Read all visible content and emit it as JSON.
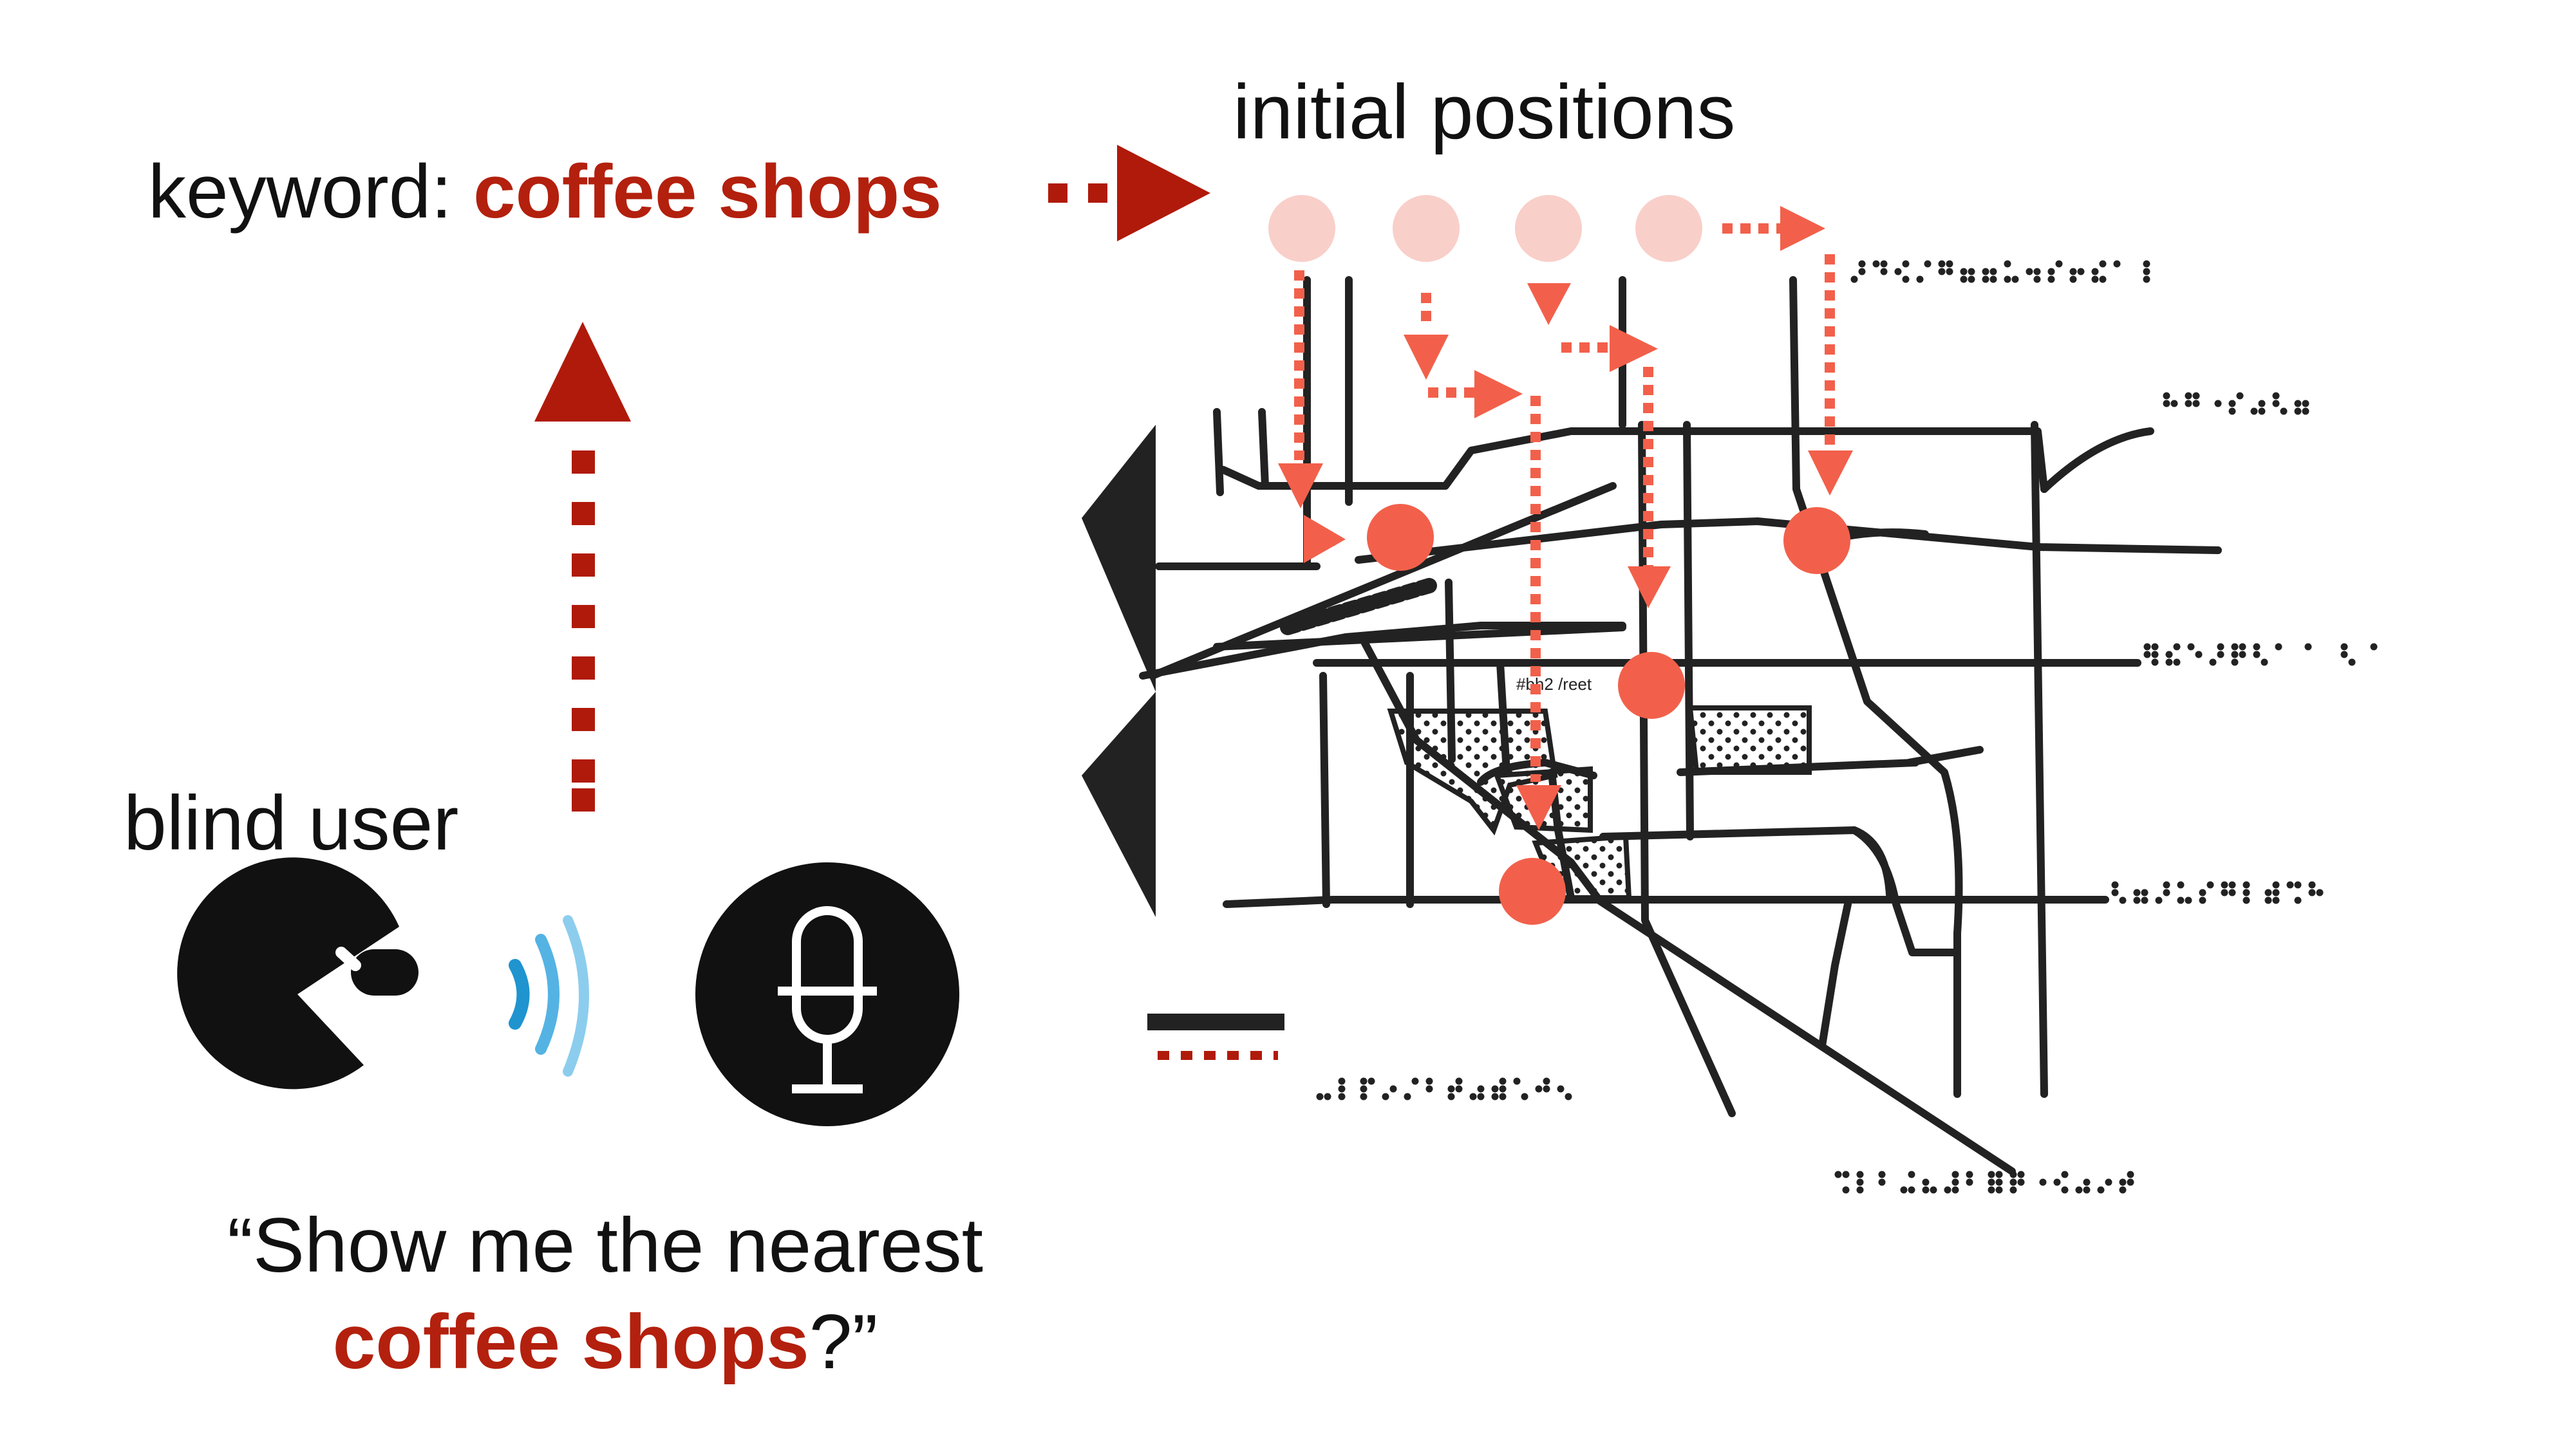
{
  "keyword": {
    "prefix": "keyword: ",
    "term": "coffee shops"
  },
  "initial_positions_label": "initial positions",
  "user_label": "blind user",
  "query": {
    "line1": "“Show me the nearest",
    "term": "coffee shops",
    "suffix": "?”"
  },
  "street_label": "#bh2 /reet",
  "colors": {
    "highlight": "#b3200e",
    "marker": "#f2604b",
    "marker_initial": "#f9cfc9",
    "arrow_dark": "#b01a0a",
    "wave": "#2a9fd6",
    "map_lines": "#222222"
  },
  "icons": {
    "speaker": "speaking-head-icon",
    "sound": "sound-waves-icon",
    "mic": "microphone-icon"
  }
}
